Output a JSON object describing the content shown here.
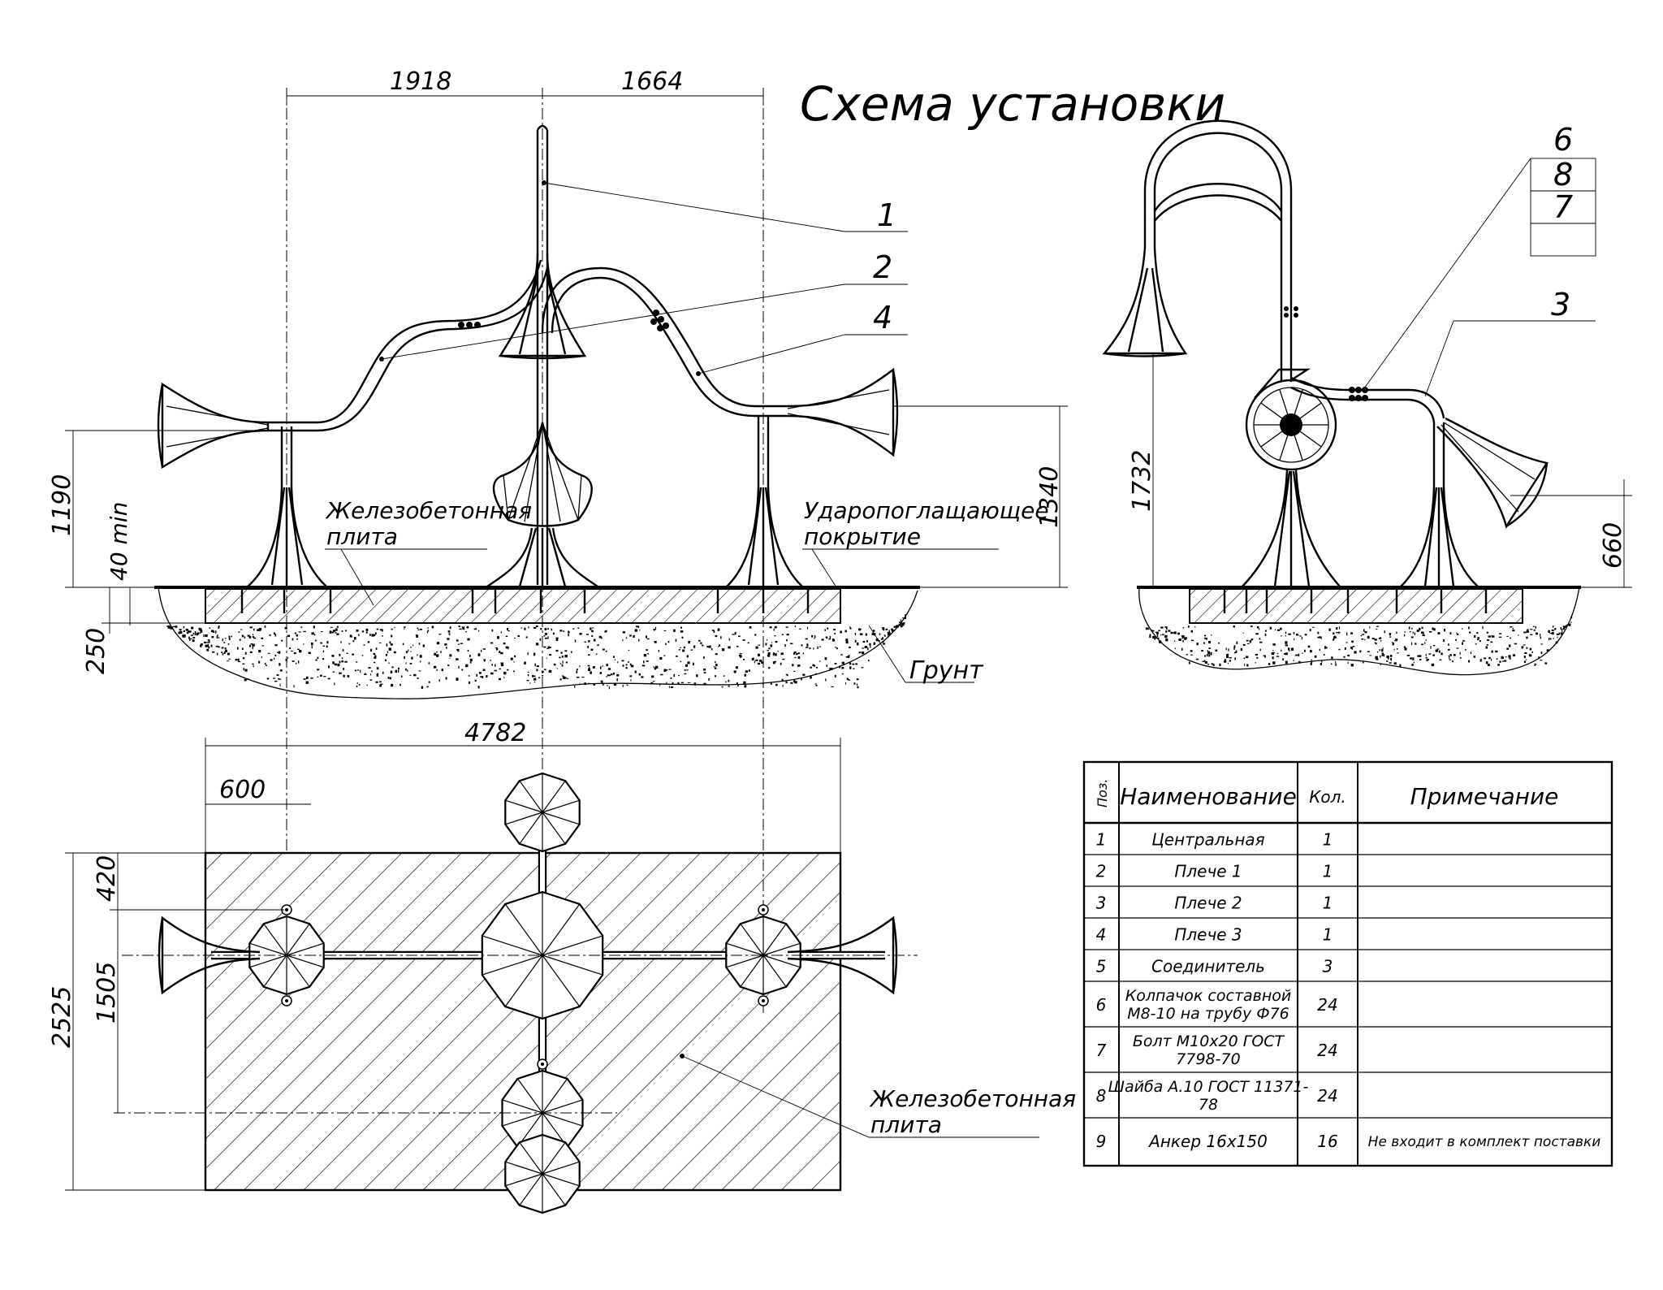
{
  "title": "Схема установки",
  "dimensions": {
    "front_left_span": "1918",
    "front_right_span": "1664",
    "front_left_height": "1190",
    "front_min_gap": "40 min",
    "front_right_height": "1340",
    "front_slab_thickness": "250",
    "side_height": "1732",
    "side_bell_height": "660",
    "plan_total_length": "4782",
    "plan_edge_offset": "600",
    "plan_total_width": "2525",
    "plan_top_offset": "420",
    "plan_span": "1505"
  },
  "labels": {
    "slab_front": [
      "Железобетонная",
      "плита"
    ],
    "coating": [
      "Ударопоглащающее",
      "покрытие"
    ],
    "ground": "Грунт",
    "slab_plan": [
      "Железобетонная",
      "плита"
    ]
  },
  "callouts": {
    "front": [
      "1",
      "2",
      "4"
    ],
    "side_stack": [
      "6",
      "8",
      "7"
    ],
    "side": "3"
  },
  "spec_table": {
    "headers": {
      "pos": "Поз.",
      "name": "Наименование",
      "qty": "Кол.",
      "note": "Примечание"
    },
    "rows": [
      {
        "pos": "1",
        "name": [
          "Центральная"
        ],
        "qty": "1",
        "note": ""
      },
      {
        "pos": "2",
        "name": [
          "Плече 1"
        ],
        "qty": "1",
        "note": ""
      },
      {
        "pos": "3",
        "name": [
          "Плече 2"
        ],
        "qty": "1",
        "note": ""
      },
      {
        "pos": "4",
        "name": [
          "Плече 3"
        ],
        "qty": "1",
        "note": ""
      },
      {
        "pos": "5",
        "name": [
          "Соединитель"
        ],
        "qty": "3",
        "note": ""
      },
      {
        "pos": "6",
        "name": [
          "Колпачок составной",
          "М8-10 на трубу Ф76"
        ],
        "qty": "24",
        "note": ""
      },
      {
        "pos": "7",
        "name": [
          "Болт М10х20 ГОСТ",
          "7798-70"
        ],
        "qty": "24",
        "note": ""
      },
      {
        "pos": "8",
        "name": [
          "Шайба А.10 ГОСТ 11371-",
          "78"
        ],
        "qty": "24",
        "note": ""
      },
      {
        "pos": "9",
        "name": [
          "Анкер 16х150"
        ],
        "qty": "16",
        "note": "Не входит в комплект поставки"
      }
    ]
  }
}
